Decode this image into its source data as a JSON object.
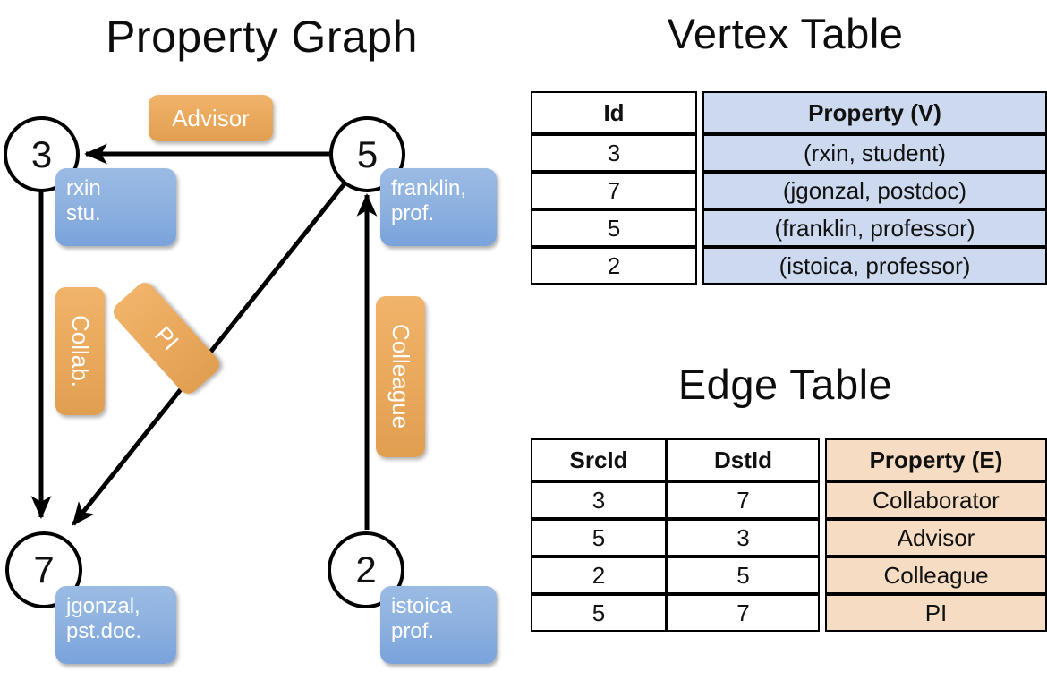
{
  "titles": {
    "property_graph": "Property Graph",
    "vertex_table": "Vertex Table",
    "edge_table": "Edge Table"
  },
  "colors": {
    "vertex_property_fill": "#ccd9ef",
    "edge_property_fill": "#f5dcc2",
    "node_box_blue": "#8fb2e0",
    "edge_label_orange": "#eaa95c",
    "stroke": "#000000"
  },
  "graph": {
    "nodes": [
      {
        "id": "3",
        "property_line1": "rxin",
        "property_line2": "stu."
      },
      {
        "id": "5",
        "property_line1": "franklin,",
        "property_line2": "prof."
      },
      {
        "id": "7",
        "property_line1": "jgonzal,",
        "property_line2": "pst.doc."
      },
      {
        "id": "2",
        "property_line1": "istoica",
        "property_line2": "prof."
      }
    ],
    "edge_labels": [
      {
        "label": "Advisor",
        "orientation": "horizontal"
      },
      {
        "label": "Collab.",
        "orientation": "vertical"
      },
      {
        "label": "PI",
        "orientation": "vertical-rotated"
      },
      {
        "label": "Colleague",
        "orientation": "vertical"
      }
    ],
    "edges": [
      {
        "from": "5",
        "to": "3",
        "label": "Advisor"
      },
      {
        "from": "3",
        "to": "7",
        "label": "Collab."
      },
      {
        "from": "5",
        "to": "7",
        "label": "PI"
      },
      {
        "from": "2",
        "to": "5",
        "label": "Colleague"
      }
    ]
  },
  "vertex_table": {
    "headers": [
      "Id",
      "Property (V)"
    ],
    "rows": [
      {
        "id": "3",
        "property": "(rxin, student)"
      },
      {
        "id": "7",
        "property": "(jgonzal, postdoc)"
      },
      {
        "id": "5",
        "property": "(franklin, professor)"
      },
      {
        "id": "2",
        "property": "(istoica, professor)"
      }
    ]
  },
  "edge_table": {
    "headers": [
      "SrcId",
      "DstId",
      "Property (E)"
    ],
    "rows": [
      {
        "src": "3",
        "dst": "7",
        "property": "Collaborator"
      },
      {
        "src": "5",
        "dst": "3",
        "property": "Advisor"
      },
      {
        "src": "2",
        "dst": "5",
        "property": "Colleague"
      },
      {
        "src": "5",
        "dst": "7",
        "property": "PI"
      }
    ]
  }
}
